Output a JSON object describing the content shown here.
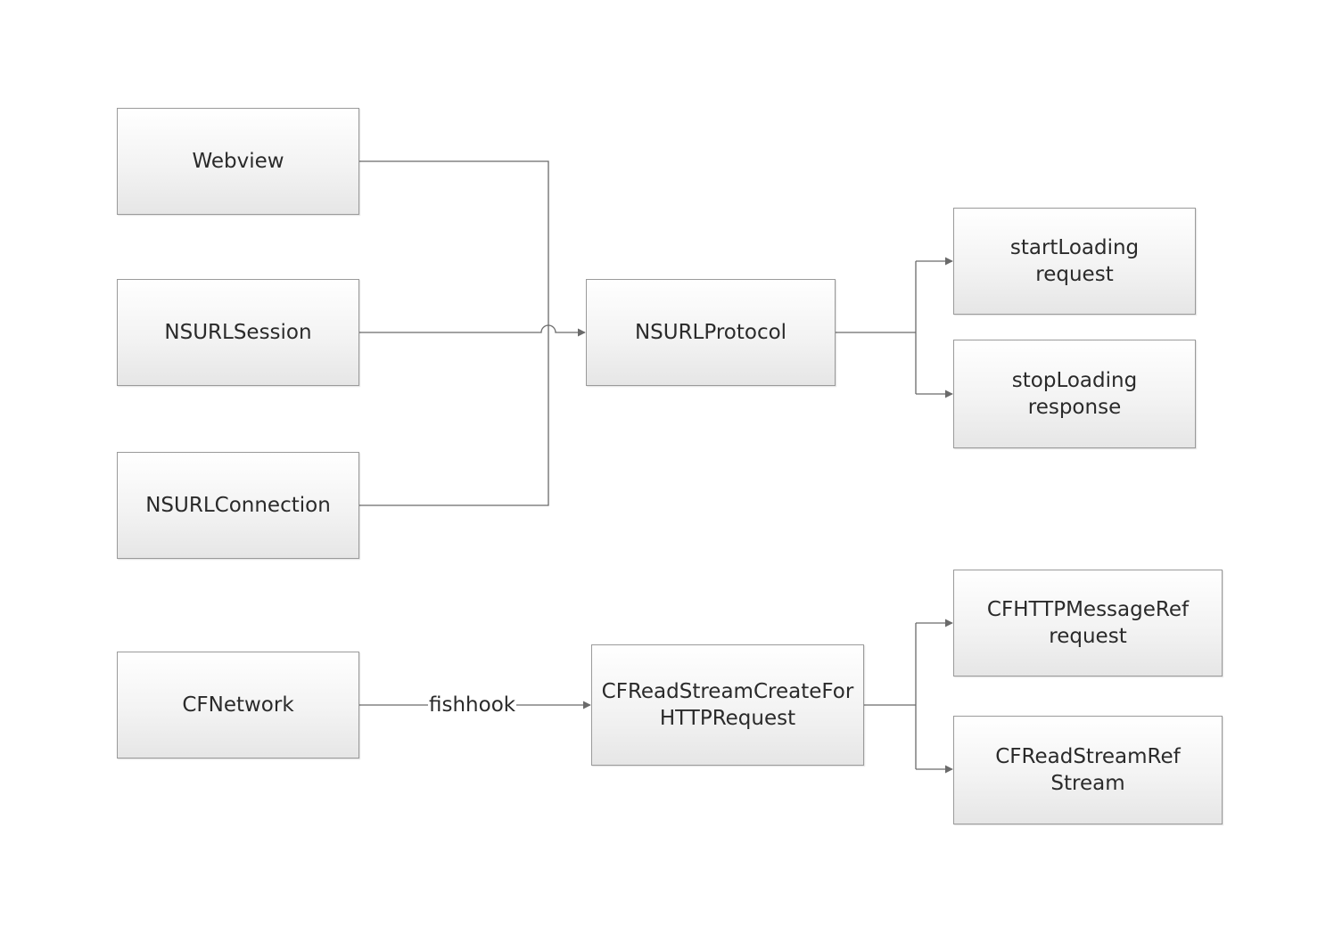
{
  "nodes": {
    "webview": {
      "lines": [
        "Webview"
      ]
    },
    "nsurlsession": {
      "lines": [
        "NSURLSession"
      ]
    },
    "nsurlconnection": {
      "lines": [
        "NSURLConnection"
      ]
    },
    "nsurlprotocol": {
      "lines": [
        "NSURLProtocol"
      ]
    },
    "start_loading": {
      "lines": [
        "startLoading",
        "request"
      ]
    },
    "stop_loading": {
      "lines": [
        "stopLoading",
        "response"
      ]
    },
    "cfnetwork": {
      "lines": [
        "CFNetwork"
      ]
    },
    "cfreadstream_create": {
      "lines": [
        "CFReadStreamCreateFor",
        "HTTPRequest"
      ]
    },
    "cfhttpmessageref": {
      "lines": [
        "CFHTTPMessageRef",
        "request"
      ]
    },
    "cfreadstreamref": {
      "lines": [
        "CFReadStreamRef",
        "Stream"
      ]
    }
  },
  "edges": {
    "fishhook_label": "fishhook"
  },
  "colors": {
    "line": "#6a6a6a",
    "border": "#9a9a9a",
    "text": "#2a2a2a"
  }
}
